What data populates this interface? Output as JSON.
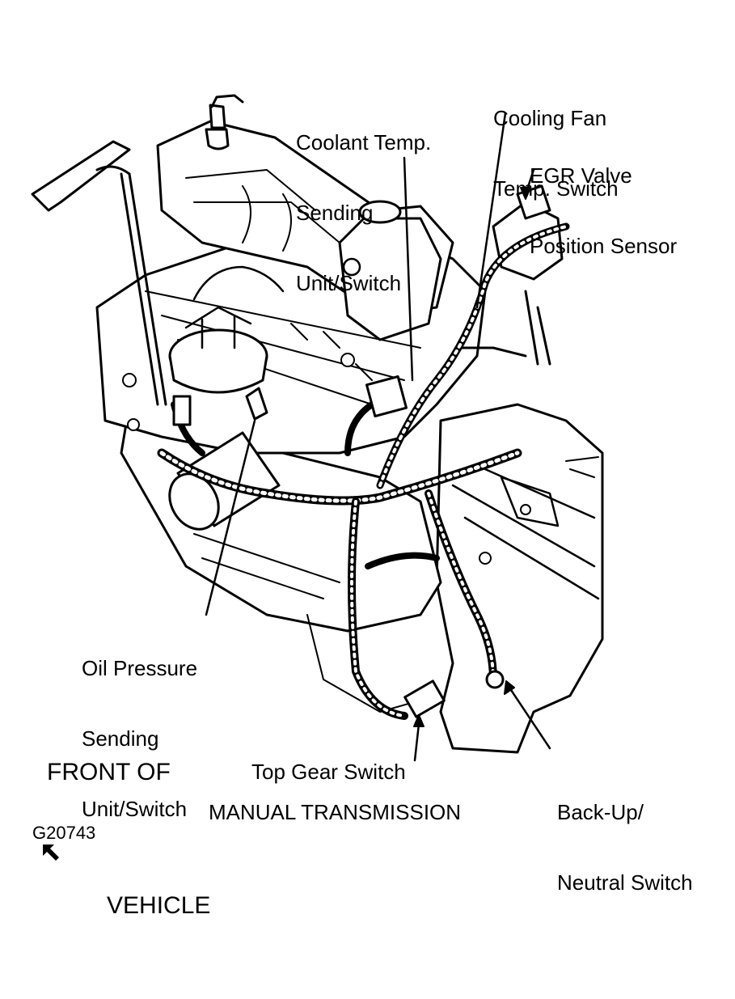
{
  "labels": {
    "coolant_temp": [
      "Coolant Temp.",
      "Sending",
      "Unit/Switch"
    ],
    "cooling_fan": [
      "Cooling Fan",
      "Temp. Switch"
    ],
    "egr_valve": [
      "EGR Valve",
      "Position Sensor"
    ],
    "oil_pressure": [
      "Oil Pressure",
      "Sending",
      "Unit/Switch"
    ],
    "top_gear": "Top Gear Switch",
    "backup_neutral": [
      "Back-Up/",
      "Neutral Switch"
    ],
    "front_of_vehicle": [
      "FRONT OF",
      "VEHICLE"
    ],
    "caption": "MANUAL TRANSMISSION",
    "figure_id": "G20743"
  },
  "icons": {
    "direction": "arrow-up-left-icon"
  },
  "colors": {
    "ink": "#000000",
    "paper": "#ffffff"
  }
}
